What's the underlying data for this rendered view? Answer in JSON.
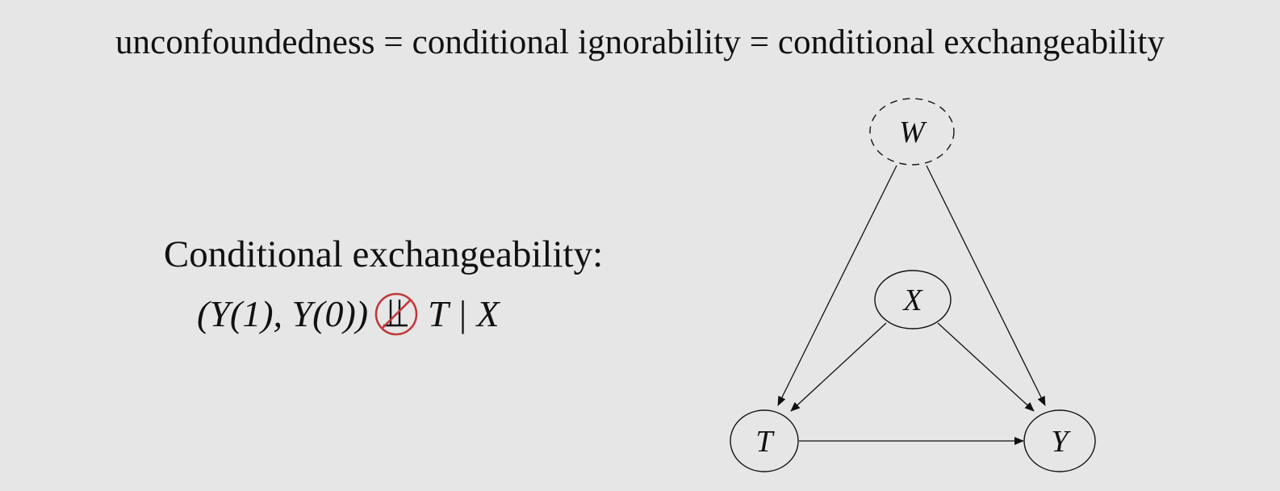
{
  "header": {
    "text": "unconfoundedness = conditional ignorability = conditional exchangeability"
  },
  "definition": {
    "label": "Conditional exchangeability:",
    "formula": {
      "left_part": "(Y(1), Y(0))",
      "independence_symbol": "⊥⊥",
      "right_part": "T | X",
      "strike_color": "#c0393b"
    }
  },
  "dag": {
    "nodes": [
      {
        "id": "W",
        "label": "W",
        "style": "dashed",
        "observed": false
      },
      {
        "id": "X",
        "label": "X",
        "style": "solid",
        "observed": true
      },
      {
        "id": "T",
        "label": "T",
        "style": "solid",
        "observed": true
      },
      {
        "id": "Y",
        "label": "Y",
        "style": "solid",
        "observed": true
      }
    ],
    "edges": [
      {
        "from": "W",
        "to": "T"
      },
      {
        "from": "W",
        "to": "Y"
      },
      {
        "from": "X",
        "to": "T"
      },
      {
        "from": "X",
        "to": "Y"
      },
      {
        "from": "T",
        "to": "Y"
      }
    ]
  }
}
